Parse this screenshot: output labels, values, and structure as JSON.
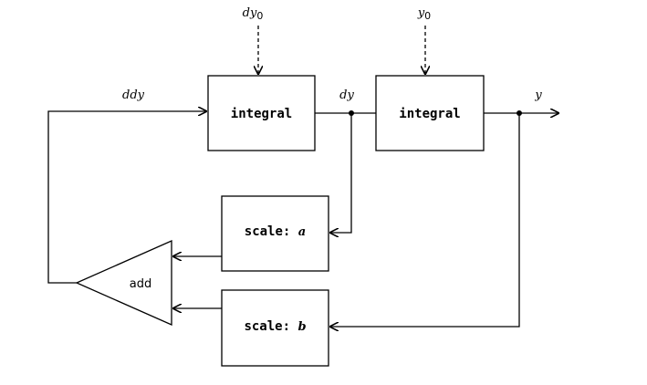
{
  "blocks": {
    "integral_1": "integral",
    "integral_2": "integral",
    "scale_a_prefix": "scale: ",
    "scale_a_param": "a",
    "scale_b_prefix": "scale: ",
    "scale_b_param": "b",
    "adder": "add"
  },
  "signals": {
    "ddy": "ddy",
    "dy": "dy",
    "y": "y",
    "dy0_main": "dy",
    "dy0_sub": "0",
    "y0_main": "y",
    "y0_sub": "0"
  }
}
